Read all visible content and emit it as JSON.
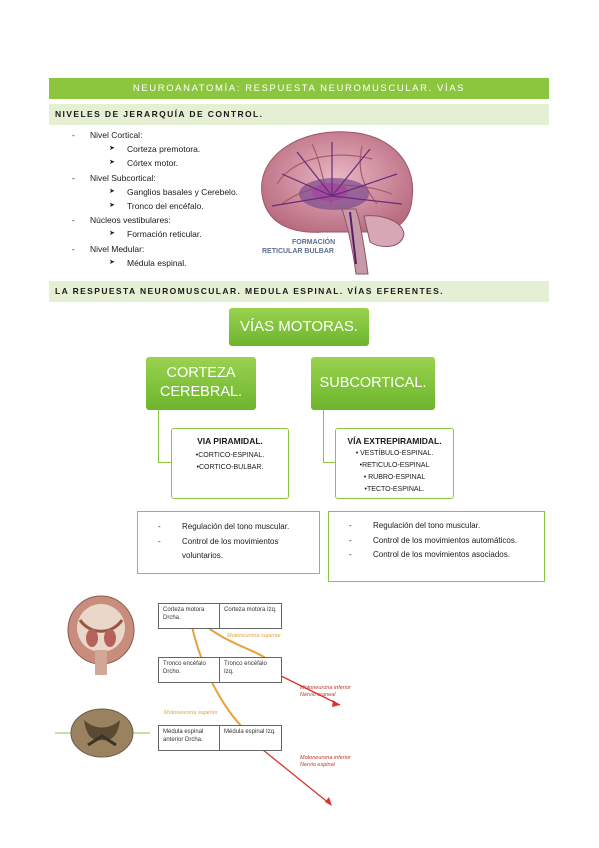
{
  "header": {
    "title": "NEUROANATOMÍA: RESPUESTA NEUROMUSCULAR. VÍAS DESCENDENTES/EFERENTES."
  },
  "section1": {
    "title": "NIVELES DE JERARQUÍA DE CONTROL.",
    "levels": [
      {
        "label": "Nivel Cortical:",
        "items": [
          "Corteza premotora.",
          "Córtex motor."
        ]
      },
      {
        "label": "Nivel Subcortical:",
        "items": [
          "Ganglios basales y Cerebelo.",
          "Tronco del encéfalo."
        ]
      },
      {
        "label": "Núcleos vestibulares:",
        "items": [
          "Formación reticular."
        ]
      },
      {
        "label": "Nivel Medular:",
        "items": [
          "Médula espinal."
        ]
      }
    ],
    "brain_label": [
      "FORMACIÓN",
      "RETICULAR BULBAR"
    ]
  },
  "section2": {
    "title": "LA RESPUESTA NEUROMUSCULAR. MEDULA ESPINAL. VÍAS EFERENTES.",
    "root": "VÍAS MOTORAS.",
    "left": {
      "title": [
        "CORTEZA",
        "CEREBRAL."
      ],
      "box_title": "VIA PIRAMIDAL.",
      "box_items": [
        "•CORTICO-ESPINAL.",
        "•CORTICO-BULBAR."
      ],
      "points": [
        "Regulación del tono muscular.",
        "Control de los movimientos voluntarios."
      ]
    },
    "right": {
      "title": "SUBCORTICAL.",
      "box_title": "VÍA EXTREPIRAMIDAL.",
      "box_items": [
        "• VESTÍBULO-ESPINAL.",
        "•RETICULO-ESPINAL",
        "• RUBRO-ESPINAL",
        "•TECTO-ESPINAL."
      ],
      "points": [
        "Regulación del tono muscular.",
        "Control de los movimientos automáticos.",
        "Control de los movimientos asociados."
      ]
    }
  },
  "diagram": {
    "row1": {
      "left": "Corteza motora Drcha.",
      "right": "Corteza motora Izq."
    },
    "row2": {
      "left": "Tronco encéfalo Drcho.",
      "right": "Tronco encéfalo Izq."
    },
    "row3": {
      "left": "Médula espinal anterior Drcha.",
      "right": "Médula espinal Izq."
    },
    "labels": {
      "sup1": "Motoneurona superior",
      "inf1": [
        "Motoneurona inferior",
        "Nervio craneal"
      ],
      "sup2": "Motoneurona superior",
      "inf2": [
        "Motoneurona inferior",
        "Nervio espinal"
      ]
    },
    "colors": {
      "upper": "#e8a23c",
      "lower": "#d9342b"
    }
  }
}
